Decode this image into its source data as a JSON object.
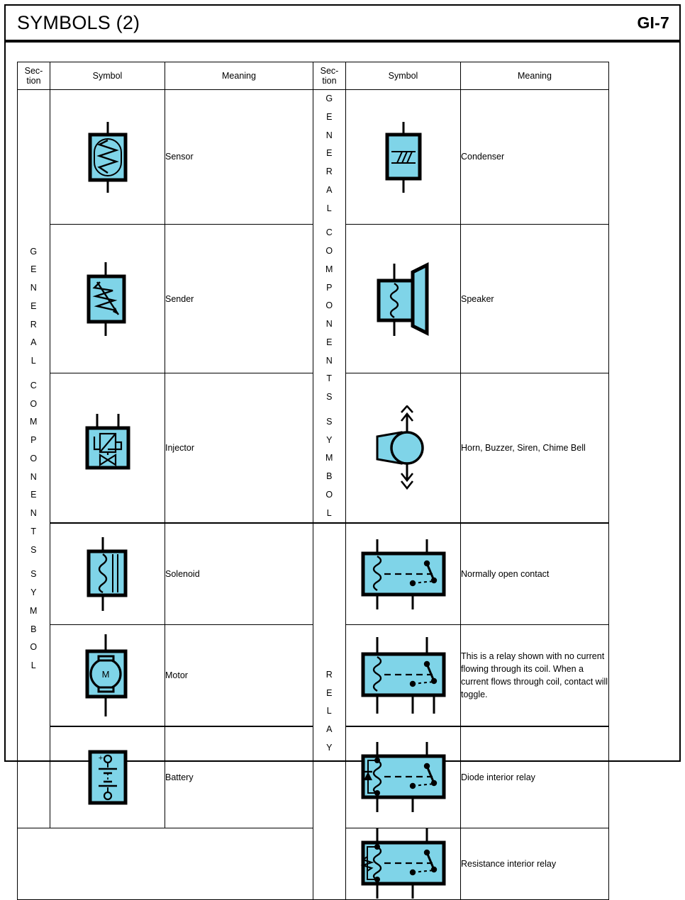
{
  "header": {
    "title": "SYMBOLS (2)",
    "page_code": "GI-7"
  },
  "table": {
    "headers": {
      "section_line1": "Sec-",
      "section_line2": "tion",
      "symbol": "Symbol",
      "meaning": "Meaning"
    },
    "left_section_label": "GENERAL COMPONENTS SYMBOL",
    "left_section_letters": [
      "G",
      "E",
      "N",
      "E",
      "R",
      "A",
      "L",
      "",
      "C",
      "O",
      "M",
      "P",
      "O",
      "N",
      "E",
      "N",
      "T",
      "S",
      "",
      "S",
      "Y",
      "M",
      "B",
      "O",
      "L"
    ],
    "right_section_label_1": "GENERAL COMPONENTS SYMBOL",
    "right_section_letters_1": [
      "G",
      "E",
      "N",
      "E",
      "R",
      "A",
      "L",
      "",
      "C",
      "O",
      "M",
      "P",
      "O",
      "N",
      "E",
      "N",
      "T",
      "S",
      "",
      "S",
      "Y",
      "M",
      "B",
      "O",
      "L"
    ],
    "right_section_label_2": "RELAY",
    "right_section_letters_2": [
      "R",
      "E",
      "L",
      "A",
      "Y"
    ],
    "left_rows": [
      {
        "symbol": "sensor-symbol",
        "meaning": "Sensor"
      },
      {
        "symbol": "sender-symbol",
        "meaning": "Sender"
      },
      {
        "symbol": "injector-symbol",
        "meaning": "Injector"
      },
      {
        "symbol": "solenoid-symbol",
        "meaning": "Solenoid"
      },
      {
        "symbol": "motor-symbol",
        "meaning": "Motor"
      },
      {
        "symbol": "battery-symbol",
        "meaning": "Battery"
      }
    ],
    "right_rows": [
      {
        "symbol": "condenser-symbol",
        "meaning": "Condenser"
      },
      {
        "symbol": "speaker-symbol",
        "meaning": "Speaker"
      },
      {
        "symbol": "horn-symbol",
        "meaning": "Horn, Buzzer, Siren, Chime Bell"
      },
      {
        "symbol": "normally-open-contact-relay-symbol",
        "meaning": "Normally open contact"
      },
      {
        "symbol": "relay-no-current-symbol",
        "meaning": "This is a relay shown with no current flowing through its coil. When a current flows through coil, contact will toggle."
      },
      {
        "symbol": "diode-interior-relay-symbol",
        "meaning": "Diode interior relay"
      },
      {
        "symbol": "resistance-interior-relay-symbol",
        "meaning": "Resistance interior relay"
      }
    ],
    "motor_label": "M",
    "battery_polarity": "+"
  },
  "colors": {
    "symbol_fill": "#7fd4e8",
    "line": "#000000",
    "background": "#ffffff"
  }
}
